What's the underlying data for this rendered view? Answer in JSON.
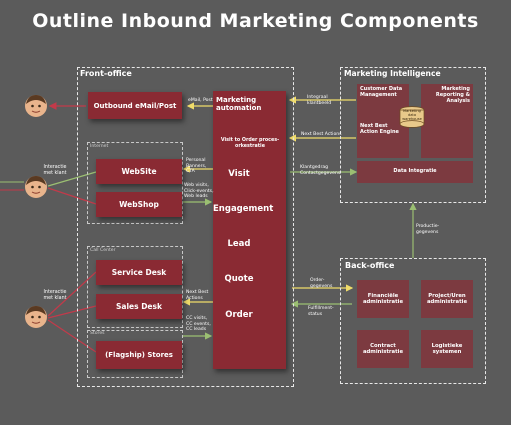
{
  "title": "Outline Inbound Marketing Components",
  "front_office": {
    "label": "Front-office",
    "internet_label": "Internet",
    "callcenter_label": "Call Center",
    "stores_label": "Stores",
    "outbound": "Outbound eMail/Post",
    "website": "WebSite",
    "webshop": "WebShop",
    "service_desk": "Service Desk",
    "sales_desk": "Sales Desk",
    "stores": "(Flagship) Stores"
  },
  "interactions": {
    "interactie_1": "Interactie met klant",
    "interactie_2": "Interactie met klant"
  },
  "marketing_automation": {
    "title": "Marketing automation",
    "visit_to_order": "Visit to Order proces-orkestratie",
    "steps": [
      "Visit",
      "Engagement",
      "Lead",
      "Quote",
      "Order"
    ]
  },
  "annotations": {
    "email_post": "eMail, Post",
    "personal_banners": "Personal Banners, CTA",
    "web_visits": "Web visits, Click-events, Web leads",
    "next_best_actions_fo": "Next Best Actions",
    "cc_visits": "CC visits, CC events, CC leads",
    "integraal_klantbeeld": "Integraal klantbeeld",
    "next_best_actions_mi": "Next Best Actions",
    "klantgedrag": "Klantgedrag Contactgegevens",
    "productiegegevens": "Productie-gegevens",
    "ordergegevens": "Order-gegevens",
    "fulfillment_status": "Fulfillment-status"
  },
  "marketing_intelligence": {
    "label": "Marketing Intelligence",
    "customer_data": "Customer Data Management",
    "reporting": "Marketing Reporting & Analysis",
    "warehouse": "Marketing data warehouse",
    "next_best_action_engine": "Next Best Action Engine",
    "data_integratie": "Data Integratie"
  },
  "back_office": {
    "label": "Back-office",
    "financiele": "Financiële administratie",
    "project": "Project/Uren administratie",
    "contract": "Contract administratie",
    "logistieke": "Logistieke systemen"
  },
  "colors": {
    "background": "#5b5b5b",
    "box": "#8a2a33",
    "box_muted": "#7c3a40",
    "accent_yellow": "#f0dc6a",
    "arrow_green": "#9bbf72",
    "dashed": "#e8e8e8"
  }
}
